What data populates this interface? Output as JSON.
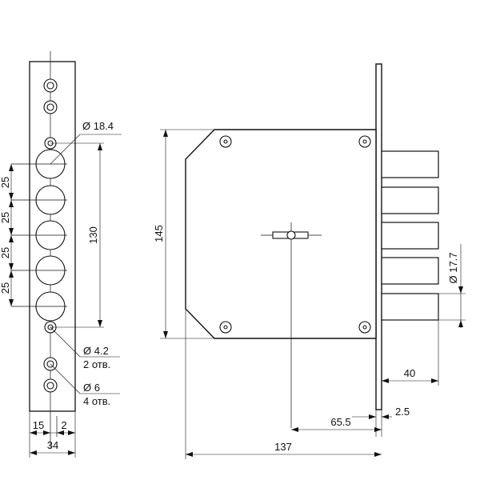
{
  "colors": {
    "stroke": "#111111",
    "background": "#ffffff"
  },
  "dimensions": {
    "hole_main": "Ø 18.4",
    "pitch_1": "25",
    "pitch_2": "25",
    "pitch_3": "25",
    "pitch_4": "25",
    "span_130": "130",
    "hole_small_dia": "Ø 4.2",
    "hole_small_count": "2 отв.",
    "hole_mid_dia": "Ø 6",
    "hole_mid_count": "4 отв.",
    "strip_15": "15",
    "strip_2": "2",
    "strip_width": "34",
    "body_height": "145",
    "bolt_dia": "Ø 17.7",
    "bolt_throw": "40",
    "backset": "65.5",
    "faceplate": "2.5",
    "body_length": "137"
  }
}
